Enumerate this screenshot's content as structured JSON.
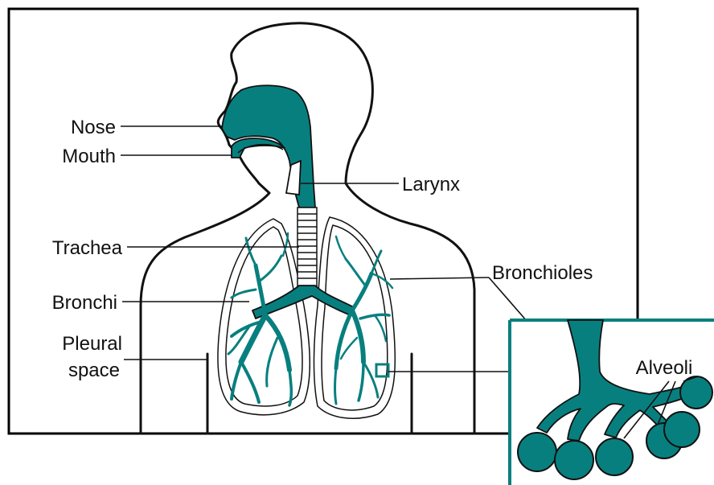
{
  "colors": {
    "teal": "#087f7f",
    "frame": "#000000",
    "background": "#ffffff"
  },
  "labels": {
    "nose": "Nose",
    "mouth": "Mouth",
    "larynx": "Larynx",
    "trachea": "Trachea",
    "bronchioles": "Bronchioles",
    "bronchi": "Bronchi",
    "pleural_line1": "Pleural",
    "pleural_line2": "space",
    "alveoli": "Alveoli"
  }
}
